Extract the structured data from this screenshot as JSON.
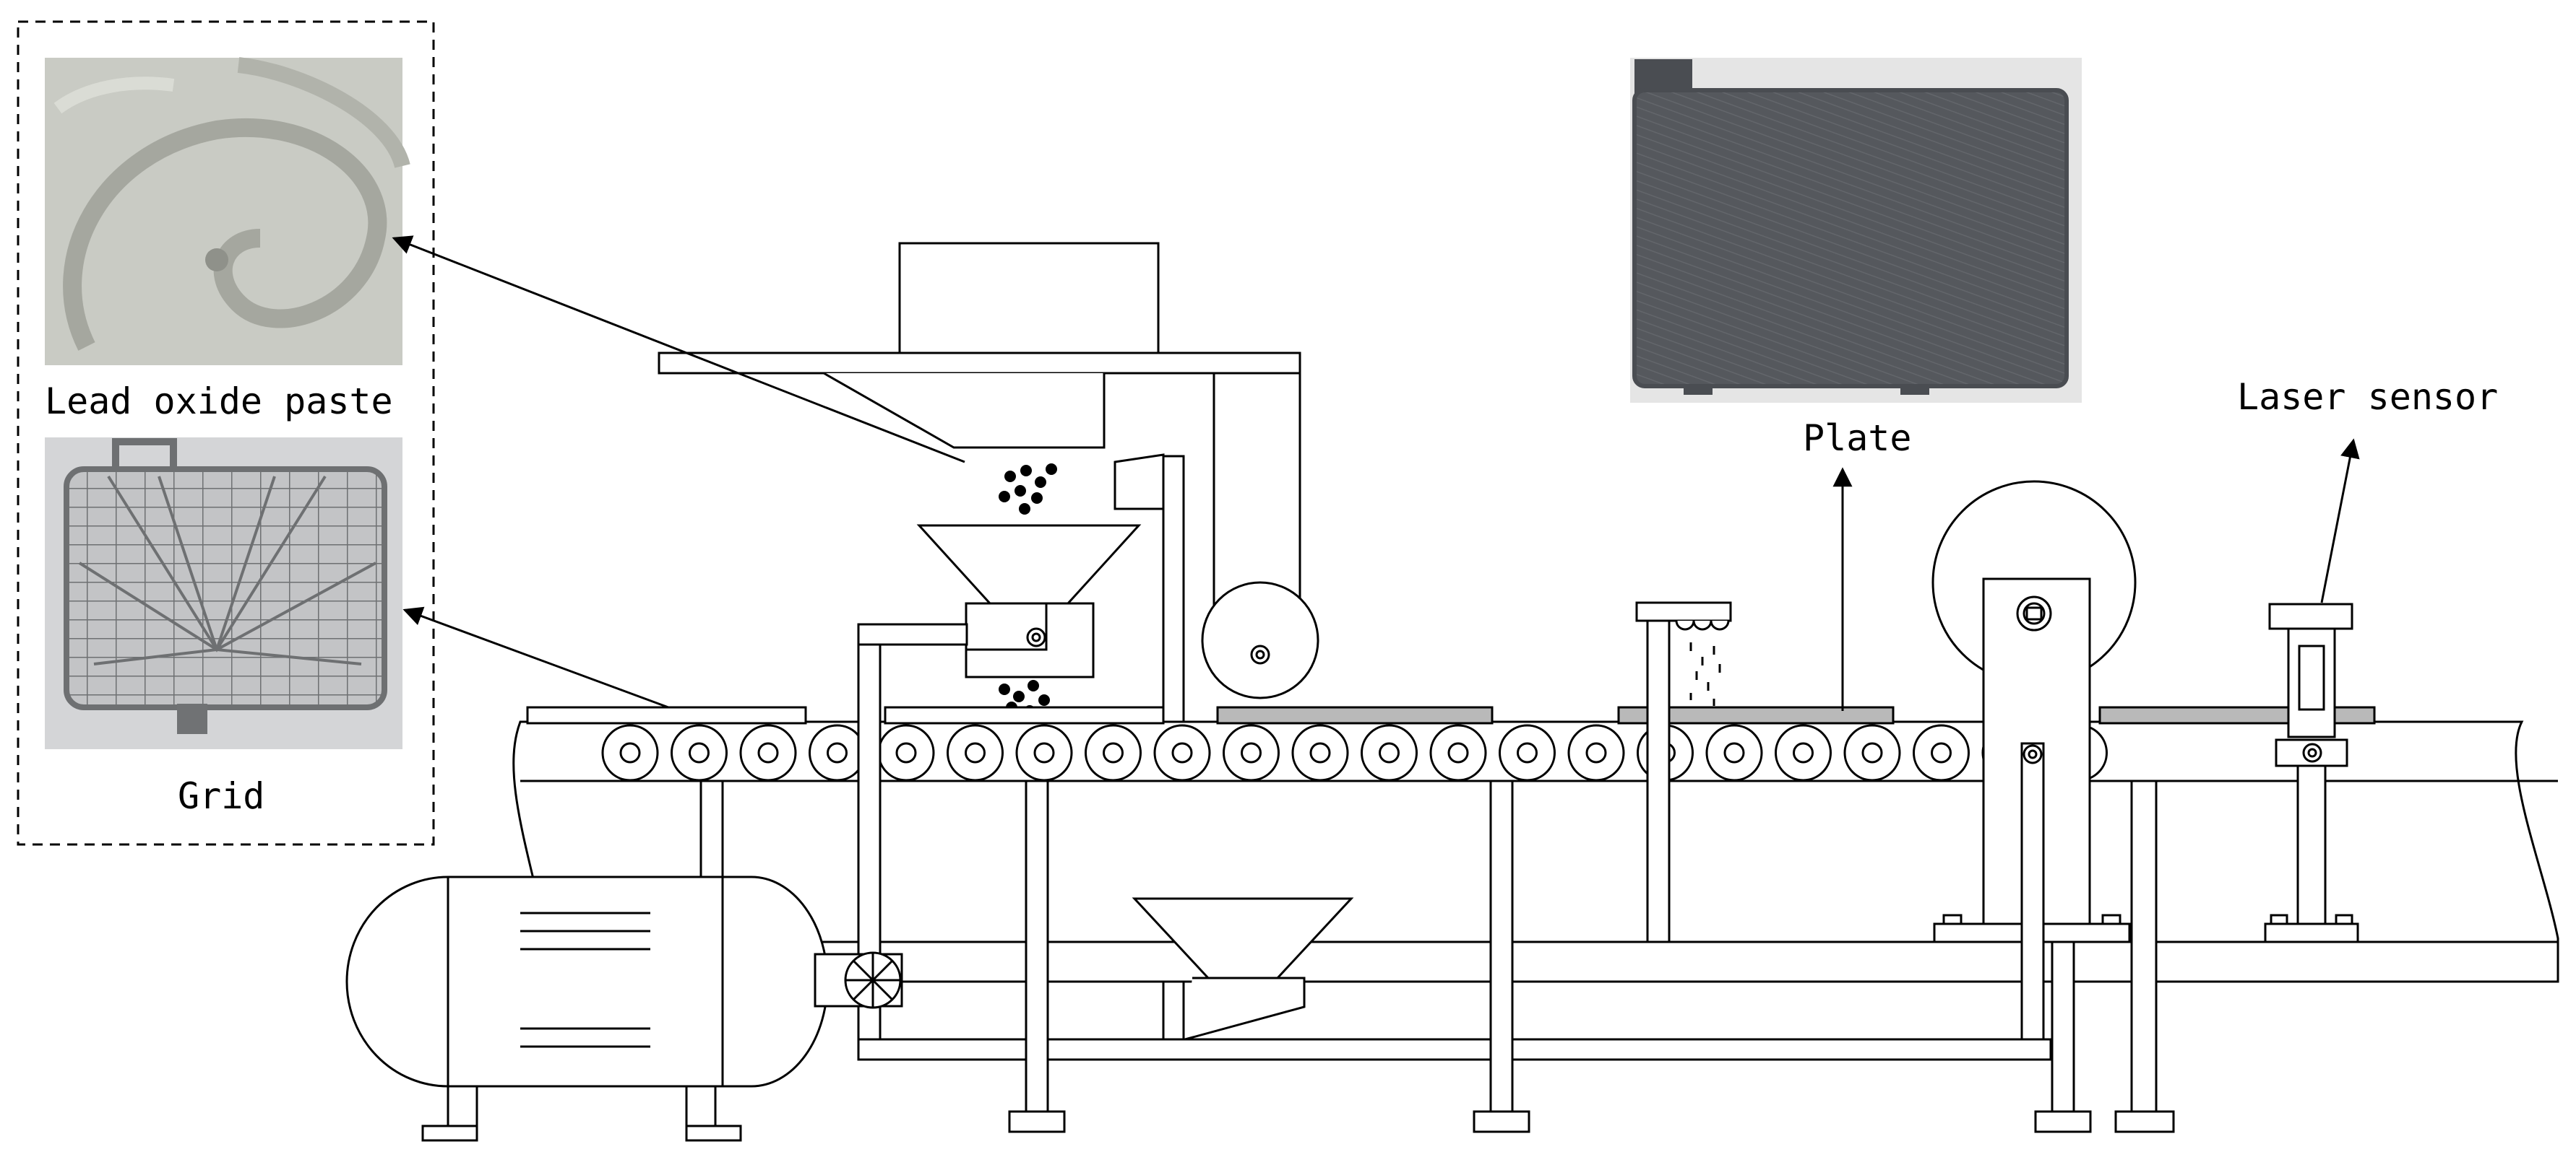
{
  "labels": {
    "lead_oxide_paste": "Lead oxide paste",
    "grid": "Grid",
    "plate": "Plate",
    "laser_sensor": "Laser sensor"
  },
  "colors": {
    "line": "#000000",
    "paste": "#c9cbc4",
    "paste_shadow": "#9c9e96",
    "grid_bg": "#c3c4c6",
    "grid_wire": "#6e7072",
    "plate_dark": "#4a4d52",
    "plate_light": "#5d6065",
    "plate_on_belt": "#b9b9b9"
  },
  "icons": {
    "motor": "motor-icon",
    "gear": "gear-wheel-icon",
    "arrow": "arrow-icon"
  }
}
